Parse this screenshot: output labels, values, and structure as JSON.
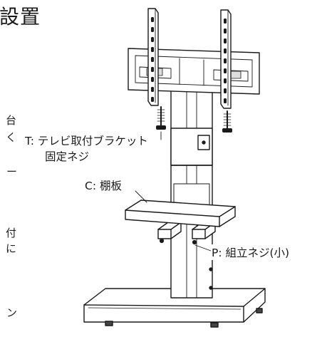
{
  "heading": "設置",
  "labels": {
    "t_line1": "T: テレビ取付ブラケット",
    "t_line2": "固定ネジ",
    "c_label": "C: 棚板",
    "p_label": "P: 組立ネジ(小)"
  },
  "cut_text": [
    "台",
    "く",
    "ー",
    "付",
    "に",
    "ン"
  ],
  "colors": {
    "line": "#1a1a1a",
    "fill": "#ffffff",
    "shade": "#dcdcdc"
  }
}
